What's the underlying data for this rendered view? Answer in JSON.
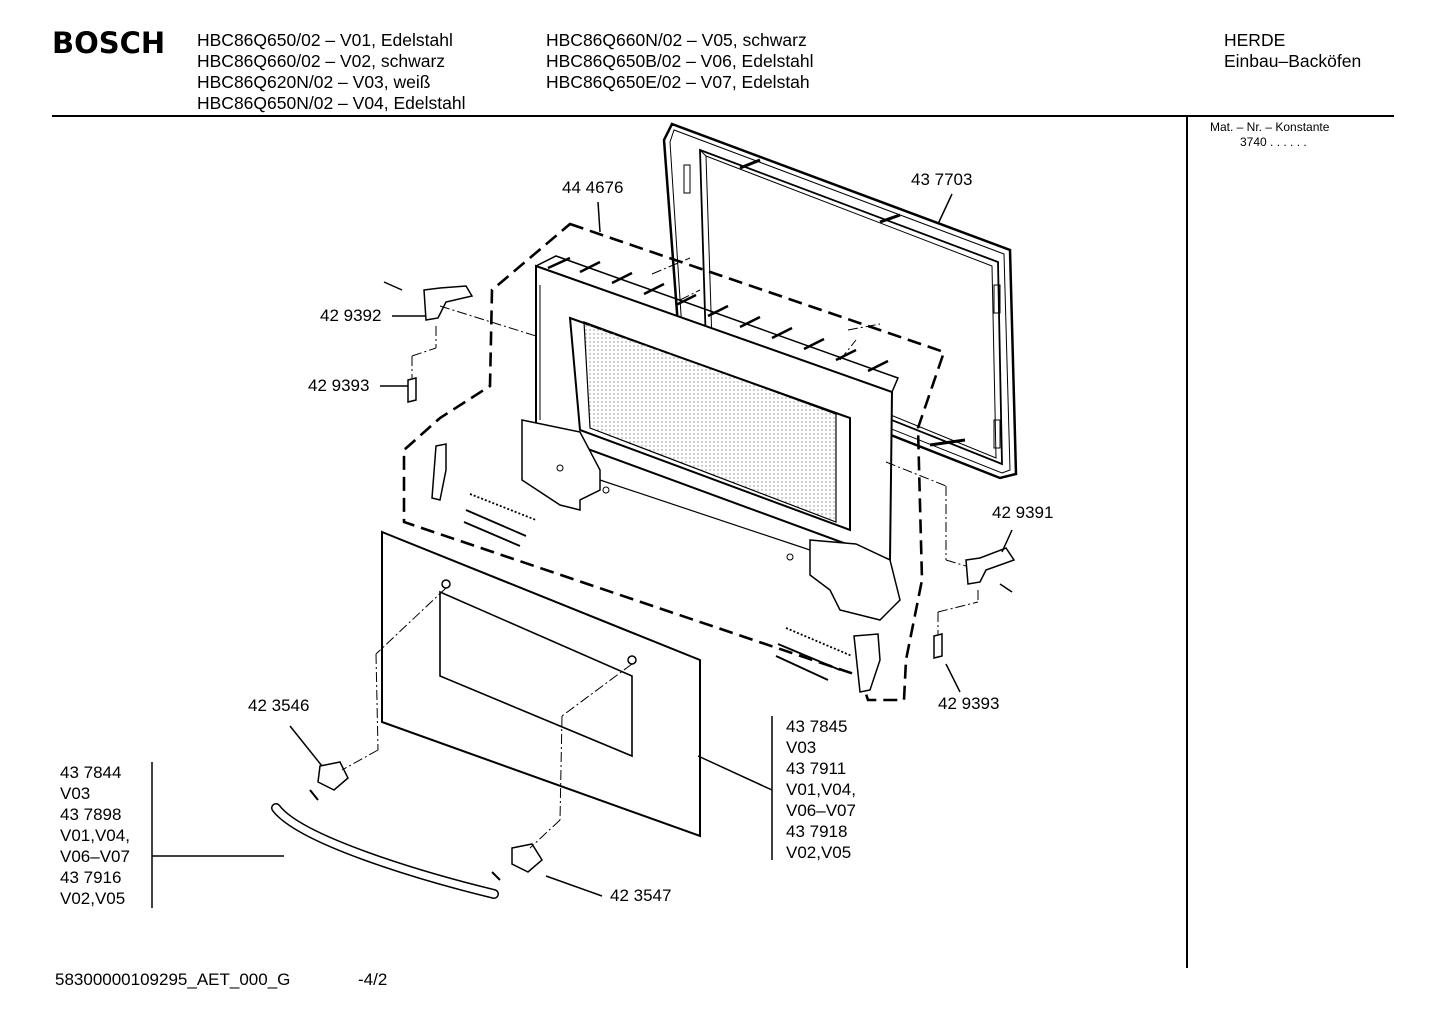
{
  "header": {
    "brand": "BOSCH",
    "models_col1": [
      "HBC86Q650/02   – V01, Edelstahl",
      "HBC86Q660/02   – V02, schwarz",
      "HBC86Q620N/02 – V03, weiß",
      "HBC86Q650N/02 – V04, Edelstahl"
    ],
    "models_col2": [
      "HBC86Q660N/02 – V05, schwarz",
      "HBC86Q650B/02 – V06, Edelstahl",
      "HBC86Q650E/02 – V07, Edelstah"
    ],
    "category": "HERDE",
    "subcategory": "Einbau–Backöfen"
  },
  "sidebar": {
    "mat_heading": "Mat. – Nr. – Konstante",
    "mat_value": "3740  .  .  .  .  .  ."
  },
  "parts": {
    "p444676": "44 4676",
    "p437703": "43 7703",
    "p429392": "42 9392",
    "p429393_left": "42 9393",
    "p429391": "42 9391",
    "p429393_right": "42 9393",
    "p423546": "42 3546",
    "p423547": "42 3547",
    "handle_variants": [
      "43 7844",
      "V03",
      "43 7898",
      "V01,V04,",
      "V06–V07",
      "43 7916",
      "V02,V05"
    ],
    "glass_variants": [
      "43 7845",
      "V03",
      "43 7911",
      "V01,V04,",
      "V06–V07",
      "43 7918",
      "V02,V05"
    ]
  },
  "footer": {
    "doc_id": "58300000109295_AET_000_G",
    "page": "-4/2"
  }
}
